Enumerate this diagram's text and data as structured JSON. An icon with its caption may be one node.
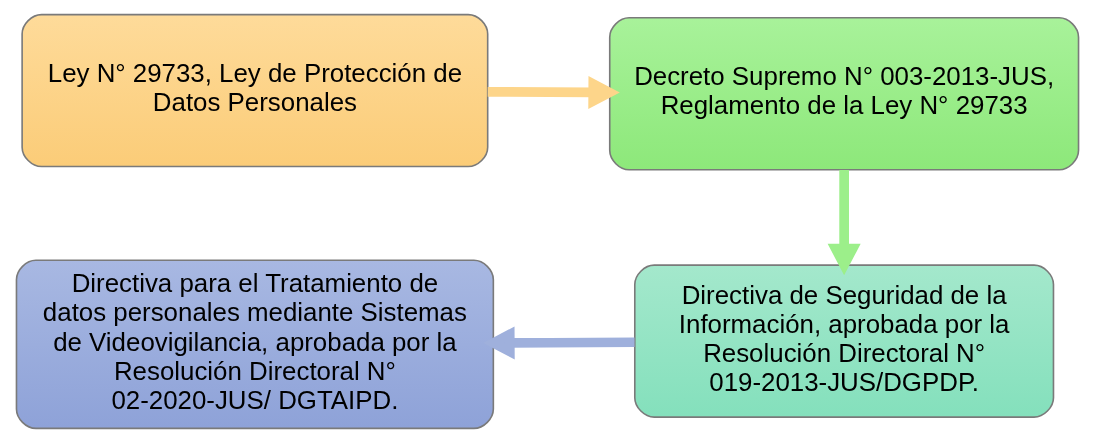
{
  "diagram": {
    "nodes": [
      {
        "text": [
          "Ley N° 29733, Ley de Protección de Datos Personales"
        ]
      },
      {
        "text": [
          "Decreto Supremo N° 003-2013-JUS, Reglamento de la Ley N° 29733"
        ]
      },
      {
        "text": [
          "Directiva de Seguridad de la Información, aprobada por la Resolución Directoral N° 019-2013-JUS/DGPDP."
        ]
      },
      {
        "text": [
          "Directiva para el Tratamiento de datos personales mediante Sistemas de Videovigilancia, aprobada por la Resolución Directoral N° 02-2020-JUS/ DGTAIPD."
        ]
      }
    ],
    "edges": [
      {
        "from": 0,
        "to": 1,
        "arrow": "to",
        "color": "#fdd58a"
      },
      {
        "from": 1,
        "to": 2,
        "arrow": "to",
        "color": "#9cef8a"
      },
      {
        "from": 2,
        "to": 3,
        "arrow": "to",
        "color": "#9fb0dc"
      }
    ]
  }
}
